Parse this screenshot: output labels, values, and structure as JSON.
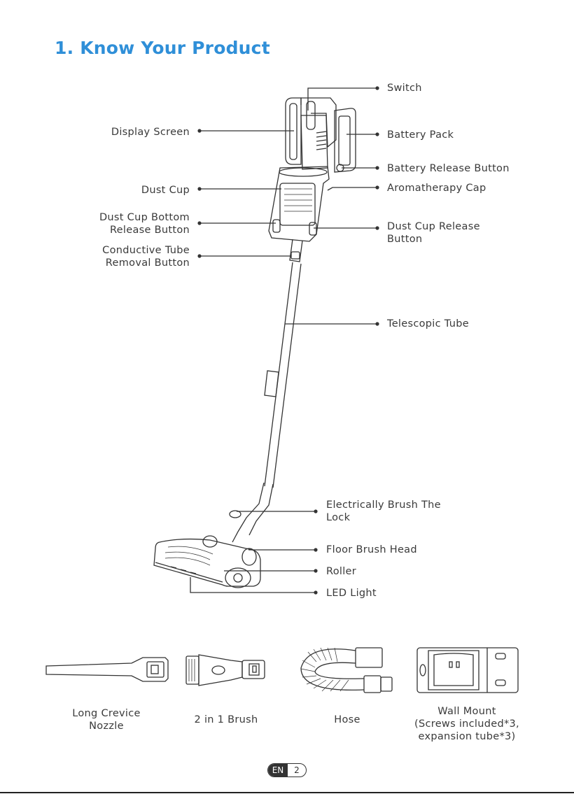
{
  "page": {
    "title": "1. Know Your Product",
    "lang": "EN",
    "number": "2"
  },
  "labels_left": {
    "display_screen": "Display Screen",
    "dust_cup": "Dust Cup",
    "dust_cup_bottom_release_button": [
      "Dust Cup Bottom",
      "Release Button"
    ],
    "conductive_tube_removal_button": [
      "Conductive Tube",
      "Removal Button"
    ]
  },
  "labels_right": {
    "switch": "Switch",
    "battery_pack": "Battery Pack",
    "battery_release_button": "Battery Release Button",
    "aromatherapy_cap": "Aromatherapy Cap",
    "dust_cup_release_button": [
      "Dust Cup Release",
      "Button"
    ],
    "telescopic_tube": "Telescopic Tube",
    "electrically_brush_the_lock": [
      "Electrically Brush The",
      "Lock"
    ],
    "floor_brush_head": "Floor Brush Head",
    "roller": "Roller",
    "led_light": "LED Light"
  },
  "accessories": [
    {
      "lines": [
        "Long Crevice",
        "Nozzle"
      ]
    },
    {
      "lines": [
        "2 in 1 Brush"
      ]
    },
    {
      "lines": [
        "Hose"
      ]
    },
    {
      "lines": [
        "Wall Mount",
        "(Screws included*3,",
        "expansion tube*3)"
      ]
    }
  ],
  "colors": {
    "title": "#2f8fd8",
    "line": "#333333"
  }
}
